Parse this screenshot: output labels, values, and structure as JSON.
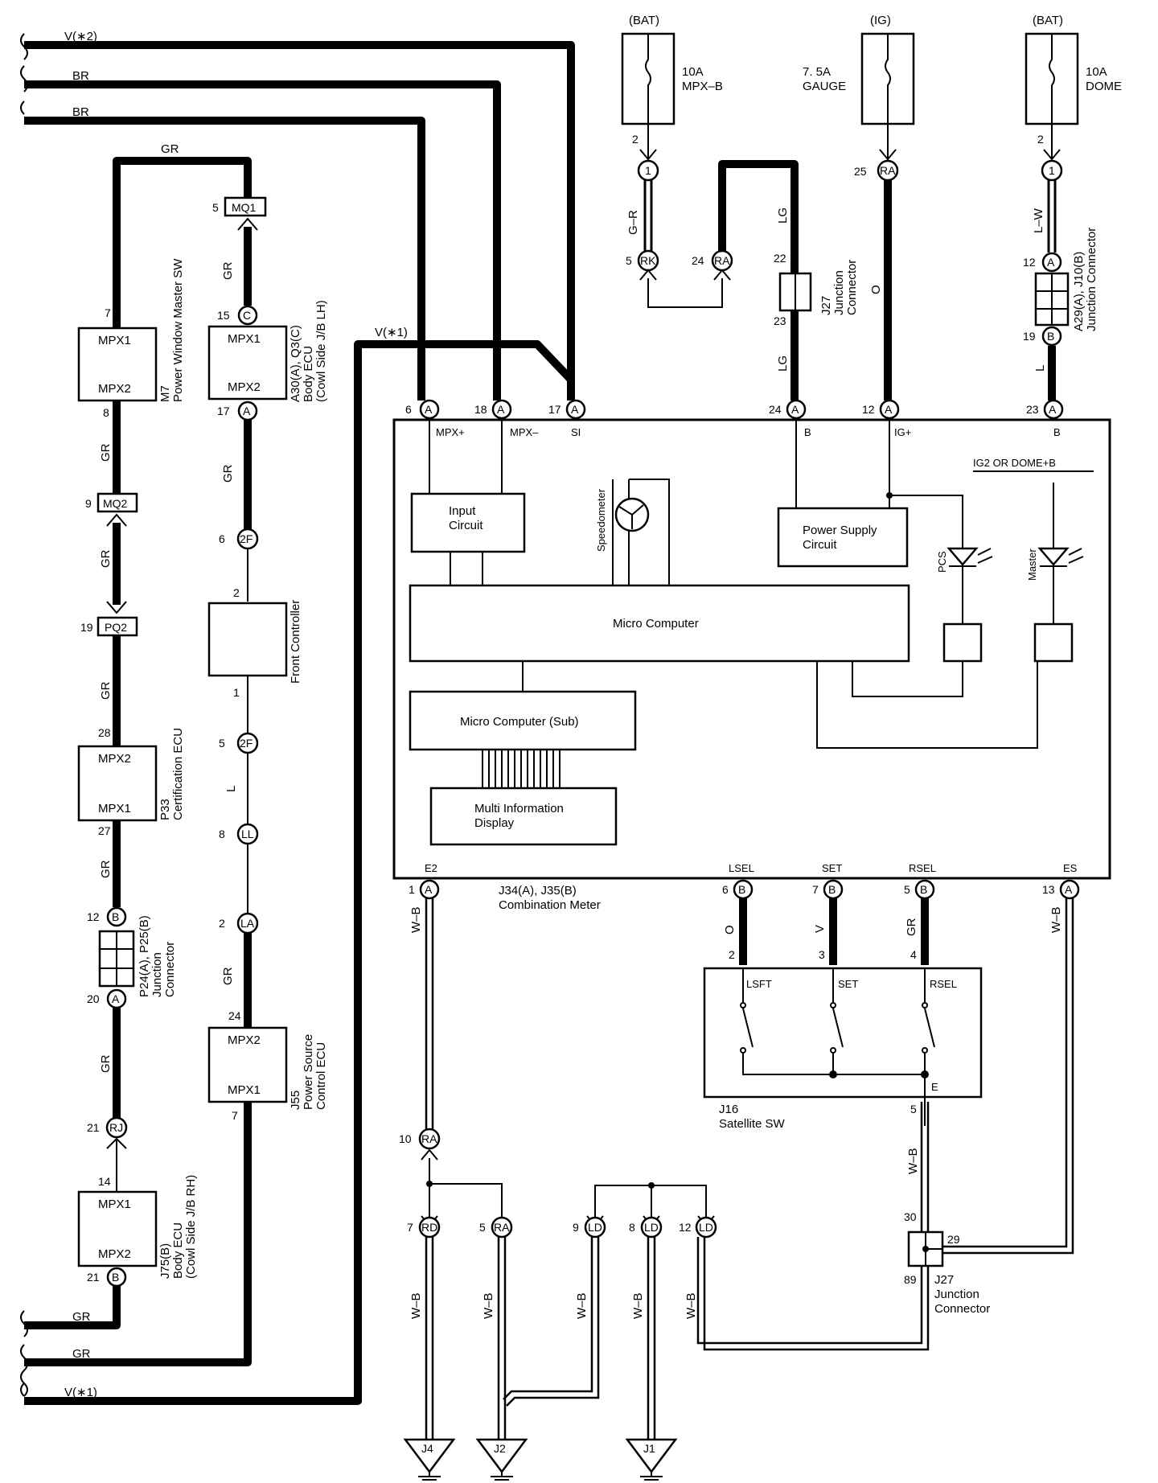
{
  "fuses": [
    {
      "source": "(BAT)",
      "rating": "10A",
      "name": "MPX–B",
      "pin": "2"
    },
    {
      "source": "(IG)",
      "rating": "7. 5A",
      "name": "GAUGE",
      "pin": "25"
    },
    {
      "source": "(BAT)",
      "rating": "10A",
      "name": "DOME",
      "pin": "2"
    }
  ],
  "wires": {
    "v2": "V(∗2)",
    "br": "BR",
    "gr": "GR",
    "v1": "V(∗1)",
    "gr_r": "G–R",
    "lg": "LG",
    "o": "O",
    "lw": "L–W",
    "l": "L",
    "wb": "W–B",
    "v": "V"
  },
  "components": {
    "m7": {
      "id": "M7",
      "name": "Power Window Master SW",
      "t1": "MPX1",
      "t2": "MPX2",
      "pin_top": "7",
      "pin_bot": "8"
    },
    "a30": {
      "id": "A30(A), Q3(C)",
      "name": "Body ECU",
      "sub": "(Cowl Side J/B LH)",
      "t1": "MPX1",
      "t2": "MPX2"
    },
    "p33": {
      "id": "P33",
      "name": "Certification ECU",
      "t1": "MPX2",
      "t2": "MPX1",
      "pin_top": "28",
      "pin_bot": "27"
    },
    "p24": {
      "id": "P24(A), P25(B)",
      "name": "Junction",
      "sub": "Connector"
    },
    "j75": {
      "id": "J75(B)",
      "name": "Body ECU",
      "sub": "(Cowl Side J/B RH)",
      "t1": "MPX1",
      "t2": "MPX2",
      "pin_top": "14"
    },
    "front": {
      "name": "Front Controller",
      "pin_top": "2",
      "pin_bot": "1"
    },
    "j55": {
      "id": "J55",
      "name": "Power Source",
      "sub": "Control ECU",
      "t1": "MPX2",
      "t2": "MPX1",
      "pin_top": "24",
      "pin_bot": "7"
    },
    "meter": {
      "id": "J34(A), J35(B)",
      "name": "Combination Meter",
      "input": "Input",
      "input2": "Circuit",
      "speedometer": "Speedometer",
      "power1": "Power Supply",
      "power2": "Circuit",
      "micro": "Micro Computer",
      "micro_sub": "Micro Computer (Sub)",
      "mid1": "Multi Information",
      "mid2": "Display",
      "pcs": "PCS",
      "master": "Master",
      "ig2": "IG2 OR DOME+B",
      "t_mpxp": "MPX+",
      "t_mpxm": "MPX–",
      "t_si": "SI",
      "t_b": "B",
      "t_ig": "IG+",
      "t_b2": "B",
      "t_e2": "E2",
      "t_lsel": "LSEL",
      "t_set": "SET",
      "t_rsel": "RSEL",
      "t_es": "ES"
    },
    "j27_top": {
      "id": "J27",
      "name": "Junction",
      "sub": "Connector",
      "pin_top": "22",
      "pin_bot": "23"
    },
    "a29": {
      "id": "A29(A), J10(B)",
      "name": "Junction Connector"
    },
    "j16": {
      "id": "J16",
      "name": "Satellite SW",
      "lsft": "LSFT",
      "set": "SET",
      "rsel": "RSEL",
      "e": "E"
    },
    "j27_bot": {
      "id": "J27",
      "name": "Junction",
      "sub": "Connector",
      "p30": "30",
      "p29": "29",
      "p89": "89"
    }
  },
  "connectors": {
    "mq1": "MQ1",
    "mq2": "MQ2",
    "pq2": "PQ2",
    "c": "C",
    "a": "A",
    "b": "B",
    "f2": "2F",
    "ll": "LL",
    "la": "LA",
    "rj": "RJ",
    "rk": "RK",
    "ra": "RA",
    "rd": "RD",
    "ld": "LD",
    "one": "1"
  },
  "pins": {
    "p5": "5",
    "p9": "9",
    "p19": "19",
    "p12": "12",
    "p20": "20",
    "p21": "21",
    "p15": "15",
    "p17": "17",
    "p6": "6",
    "p8": "8",
    "p2": "2",
    "p18": "18",
    "p24": "24",
    "p23": "23",
    "p22": "22",
    "p1": "1",
    "p7": "7",
    "p13": "13",
    "p10": "10",
    "p3": "3",
    "p4": "4"
  },
  "grounds": [
    "J4",
    "J2",
    "J1"
  ]
}
